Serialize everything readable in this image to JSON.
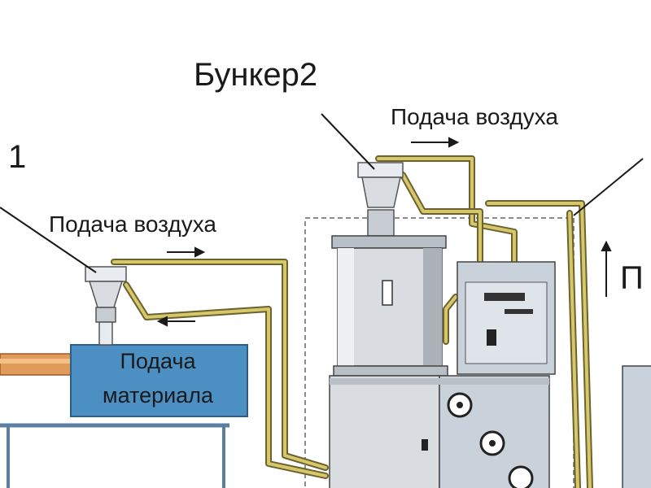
{
  "labels": {
    "bunker2": "Бункер2",
    "bunker1_fragment": "1",
    "air_supply_left": "Подача воздуха",
    "air_supply_right": "Подача воздуха",
    "material_supply_line1": "Подача",
    "material_supply_line2": "материала",
    "right_edge_fragment": "П"
  },
  "colors": {
    "pipe": "#b8a94a",
    "pipe_dark": "#6b6230",
    "line": "#1a1a1a",
    "box_blue": "#4b8fc3",
    "metal_light": "#d9dde2",
    "metal_dark": "#7d858e",
    "frame": "#5a7fa0",
    "cabinet": "#c9d1da",
    "rod": "#e09a5a"
  }
}
